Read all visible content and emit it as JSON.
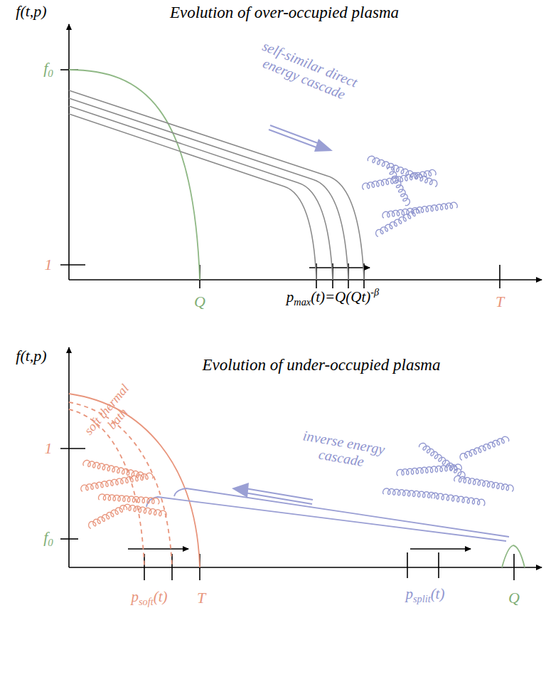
{
  "diagram": {
    "labels": [
      "Evolution of over-occupied plasma",
      "f(t,p)",
      "f",
      "0",
      "1",
      "Q",
      "T",
      "self-similar direct energy cascade",
      "p",
      "max",
      "(t)=Q(Qt)",
      "-β",
      "Evolution of under-occupied plasma",
      "f(t,p)",
      "1",
      "f",
      "0",
      "soft thermal bath",
      "inverse energy cascade",
      "p",
      "soft",
      "(t)",
      "T",
      "p",
      "split",
      "(t)",
      "Q"
    ]
  }
}
